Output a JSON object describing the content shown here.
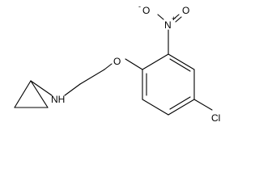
{
  "molecule": {
    "atoms": {
      "nitro_oxygen_minus": {
        "symbol": "O",
        "charge": "-"
      },
      "nitro_nitrogen_plus": {
        "symbol": "N",
        "charge": "+"
      },
      "nitro_oxygen_double": {
        "symbol": "O"
      },
      "ether_oxygen": {
        "symbol": "O"
      },
      "amine": {
        "symbol": "NH"
      },
      "chlorine": {
        "symbol": "Cl"
      }
    }
  }
}
